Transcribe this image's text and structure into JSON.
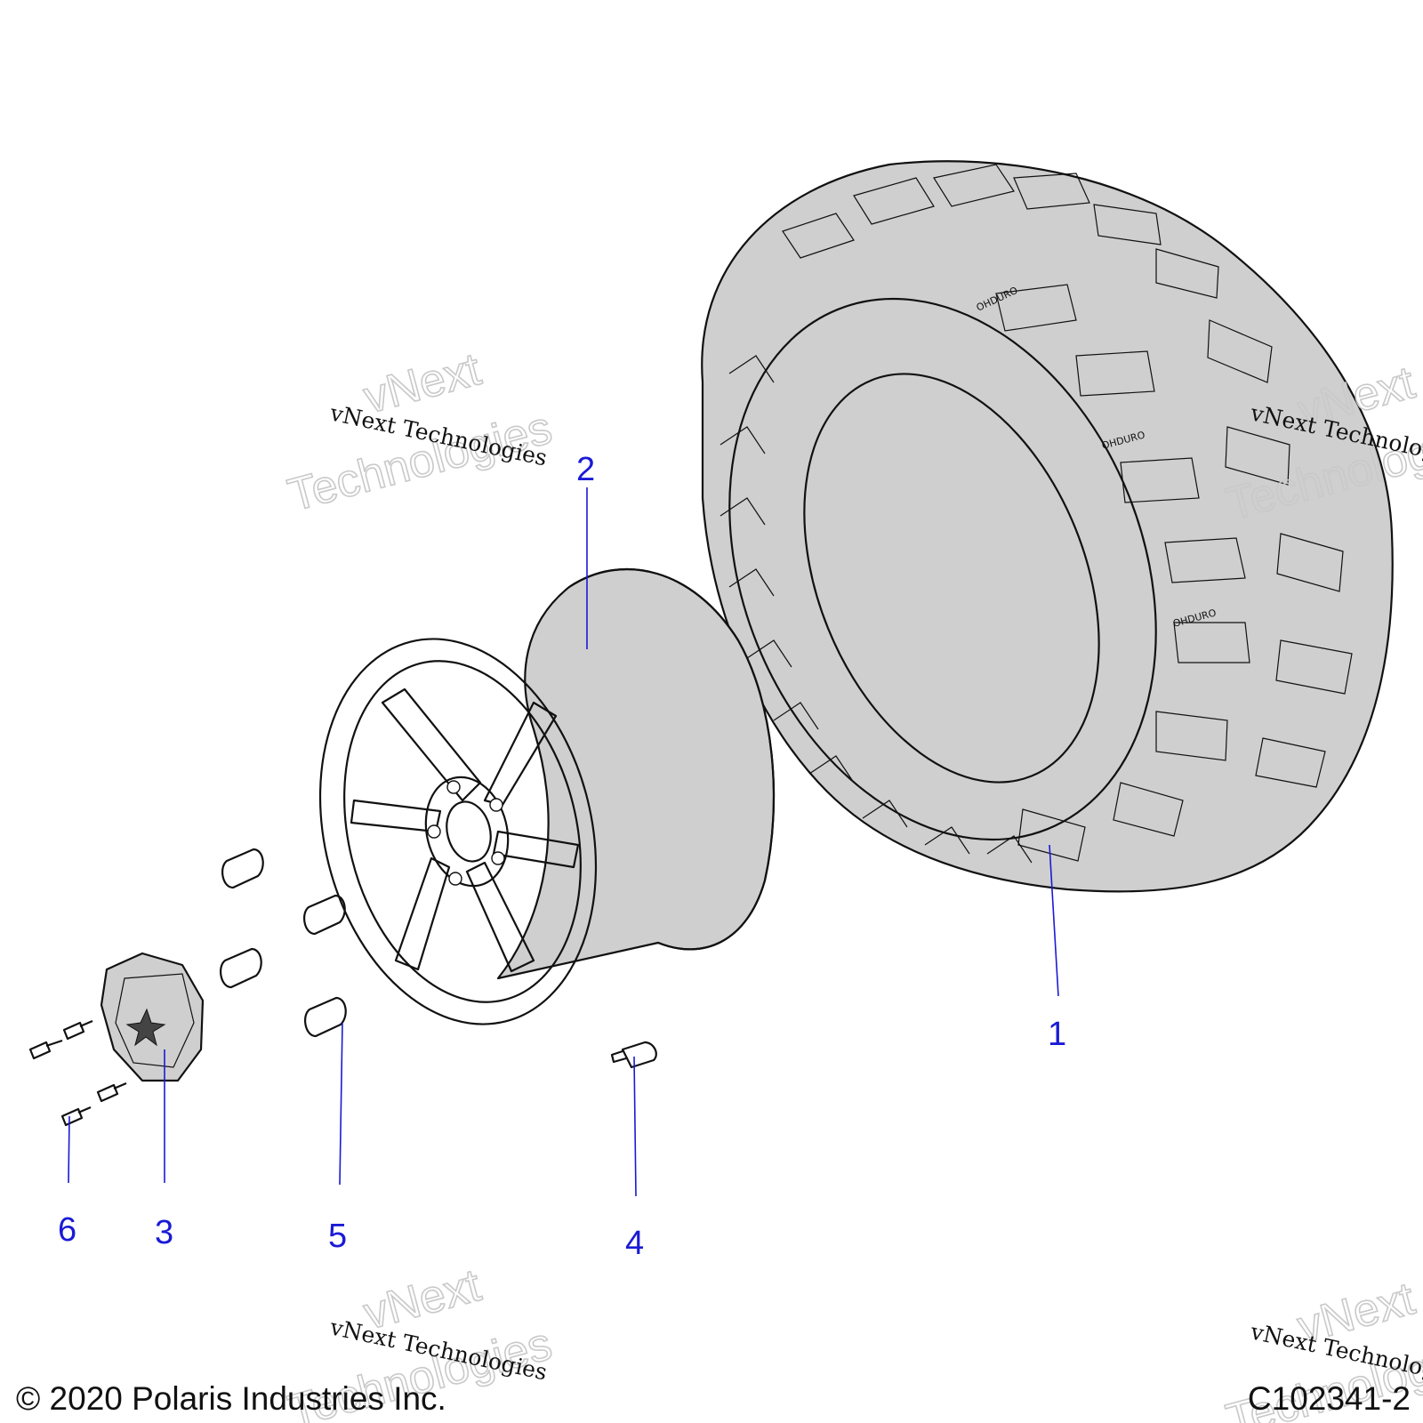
{
  "diagram": {
    "callouts": {
      "tire": "1",
      "wheel": "2",
      "hub_cap": "3",
      "valve_stem": "4",
      "lug_nut": "5",
      "screw": "6"
    },
    "tire_brand_mark": "OHDURO"
  },
  "watermark": {
    "outline_line1": "vNext",
    "outline_line2": "Technologies",
    "caption": "vNext Technologies"
  },
  "footer": {
    "copyright": "© 2020 Polaris Industries Inc.",
    "figure_id": "C102341-2"
  }
}
